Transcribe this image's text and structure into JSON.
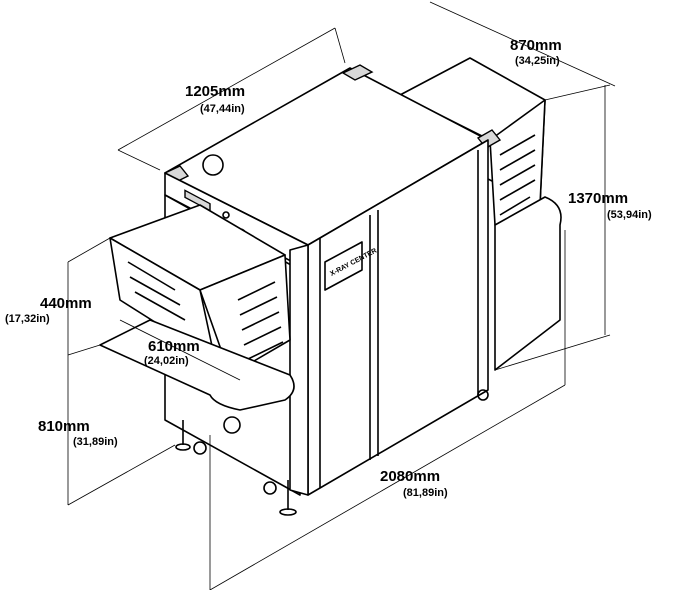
{
  "dimensions": {
    "length": {
      "mm": "1205mm",
      "in": "(47,44in)"
    },
    "width": {
      "mm": "870mm",
      "in": "(34,25in)"
    },
    "height": {
      "mm": "1370mm",
      "in": "(53,94in)"
    },
    "tunnel_height": {
      "mm": "440mm",
      "in": "(17,32in)"
    },
    "tunnel_width": {
      "mm": "610mm",
      "in": "(24,02in)"
    },
    "belt_height": {
      "mm": "810mm",
      "in": "(31,89in)"
    },
    "total_length": {
      "mm": "2080mm",
      "in": "(81,89in)"
    }
  },
  "machine": {
    "logo_text": "X-RAY CENTER"
  }
}
